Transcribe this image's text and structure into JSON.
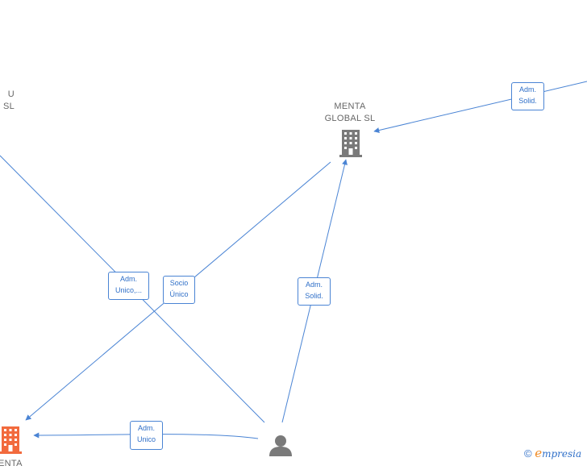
{
  "nodes": {
    "menta_global": {
      "line1": "MENTA",
      "line2": "GLOBAL  SL",
      "icon": "building-icon",
      "color": "#7a7a7a"
    },
    "left_company_partial": {
      "line1": "U",
      "line2": "SL",
      "icon": "none"
    },
    "bottom_left_company": {
      "line1": "ENTA",
      "icon": "building-icon",
      "color": "#f26a3d"
    },
    "person": {
      "icon": "person-icon",
      "color": "#7a7a7a"
    }
  },
  "edges": {
    "top_right": {
      "line1": "Adm.",
      "line2": "Solid."
    },
    "left_adm_unico": {
      "line1": "Adm.",
      "line2": "Unico,..."
    },
    "socio_unico": {
      "line1": "Socio",
      "line2": "Único"
    },
    "person_to_menta": {
      "line1": "Adm.",
      "line2": "Solid."
    },
    "person_to_left": {
      "line1": "Adm.",
      "line2": "Unico"
    }
  },
  "brand": {
    "copyright": "©",
    "initial": "e",
    "rest": "mpresia"
  },
  "colors": {
    "edge": "#4a84d4",
    "edge_text": "#2f6fc8",
    "node_gray": "#7a7a7a",
    "node_orange": "#f26a3d"
  }
}
